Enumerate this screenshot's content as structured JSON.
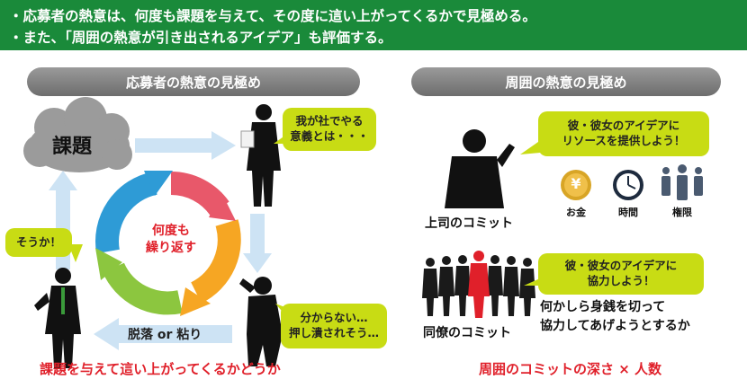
{
  "header": {
    "line1": "・応募者の熱意は、何度も課題を与えて、その度に這い上がってくるかで見極める。",
    "line2": "・また、「周囲の熱意が引き出されるアイデア」も評価する。"
  },
  "left_panel": {
    "title": "応募者の熱意の見極め",
    "cloud_label": "課題",
    "cycle_label_line1": "何度も",
    "cycle_label_line2": "繰り返す",
    "bubble_top_line1": "我が社でやる",
    "bubble_top_line2": "意義とは・・・",
    "bubble_left": "そうか！",
    "bubble_bottom_line1": "分からない…",
    "bubble_bottom_line2": "押し潰されそう…",
    "arrow_label": "脱落 or 粘り",
    "caption": "課題を与えて這い上がってくるかどうか"
  },
  "right_panel": {
    "title": "周囲の熱意の見極め",
    "boss_bubble_line1": "彼・彼女のアイデアに",
    "boss_bubble_line2": "リソースを提供しよう！",
    "boss_label": "上司のコミット",
    "icons": [
      {
        "name": "money-icon",
        "label": "お金",
        "glyph": "¥"
      },
      {
        "name": "clock-icon",
        "label": "時間"
      },
      {
        "name": "authority-icon",
        "label": "権限"
      }
    ],
    "peer_bubble_line1": "彼・彼女のアイデアに",
    "peer_bubble_line2": "協力しよう！",
    "peer_text_line1": "何かしら身銭を切って",
    "peer_text_line2": "協力してあげようとするか",
    "peer_label": "同僚のコミット",
    "caption": "周囲のコミットの深さ × 人数"
  },
  "colors": {
    "banner_green": "#1a8a3a",
    "bubble_yellow": "#c8dc14",
    "caption_red": "#e0202a",
    "arrow_blue": "#cde3f4",
    "cycle_red": "#e8586a",
    "cycle_orange": "#f6a623",
    "cycle_green": "#8cc63f",
    "cycle_blue": "#2e9bd6"
  }
}
